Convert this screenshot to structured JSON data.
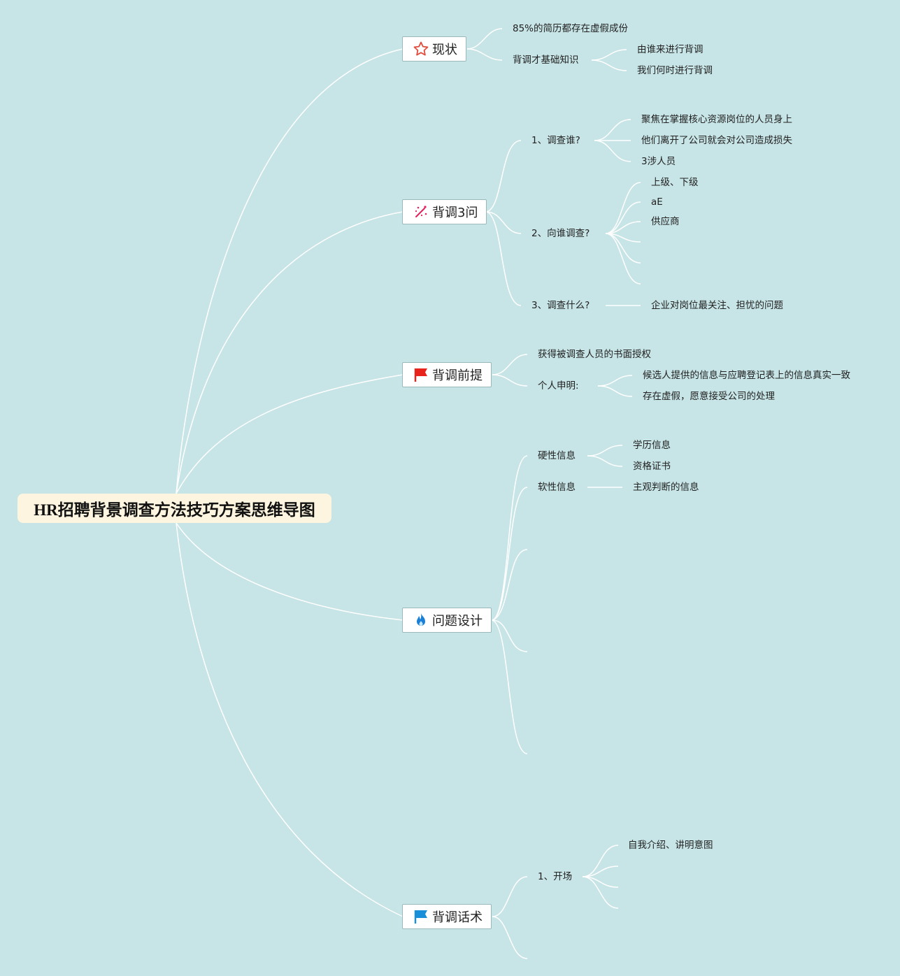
{
  "root": {
    "label": "HR招聘背景调查方法技巧方案思维导图"
  },
  "branches": {
    "status": {
      "label": "现状",
      "icon": "star-icon",
      "icon_color": "#e14b3b",
      "items": [
        "85%的简历都存在虚假成份",
        "背调才基础知识",
        "由谁来进行背调",
        "我们何时进行背调"
      ]
    },
    "three_questions": {
      "label": "背调3问",
      "icon": "sparkle-icon",
      "icon_color": "#e0245e",
      "items": [
        "1、调查谁?",
        "聚焦在掌握核心资源岗位的人员身上",
        "他们离开了公司就会对公司造成损失",
        "3涉人员",
        "2、向谁调查?",
        "上级、下级",
        "aE",
        "供应商",
        "3、调查什么?",
        "企业对岗位最关注、担忧的问题"
      ]
    },
    "premise": {
      "label": "背调前提",
      "icon": "red-flag-icon",
      "icon_color": "#e8231c",
      "items": [
        "获得被调查人员的书面授权",
        "个人申明:",
        "候选人提供的信息与应聘登记表上的信息真实一致",
        "存在虚假，愿意接受公司的处理"
      ]
    },
    "question_design": {
      "label": "问题设计",
      "icon": "flame-icon",
      "icon_color": "#1a7fd6",
      "items": [
        "硬性信息",
        "学历信息",
        "资格证书",
        "软性信息",
        "主观判断的信息"
      ]
    },
    "scripts": {
      "label": "背调话术",
      "icon": "blue-flag-icon",
      "icon_color": "#1a8fd9",
      "items": [
        "1、开场",
        "自我介绍、讲明意图"
      ]
    }
  },
  "colors": {
    "background": "#c7e4e6",
    "line": "#ffffff",
    "root_fill": "#fdf5df"
  }
}
